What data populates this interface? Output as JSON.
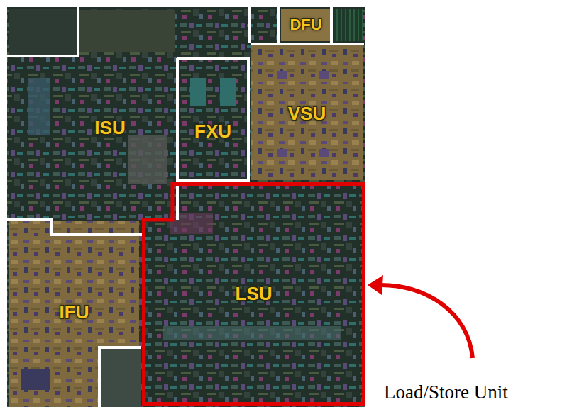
{
  "diagram": {
    "nodes": [
      {
        "text": [
          "DFU"
        ]
      },
      {
        "text": [
          "ISU"
        ]
      },
      {
        "text": [
          "FXU"
        ]
      },
      {
        "text": [
          "VSU"
        ]
      },
      {
        "text": [
          "IFU"
        ]
      },
      {
        "text": [
          "LSU"
        ]
      }
    ],
    "labels": [
      "Load/Store Unit"
    ]
  }
}
